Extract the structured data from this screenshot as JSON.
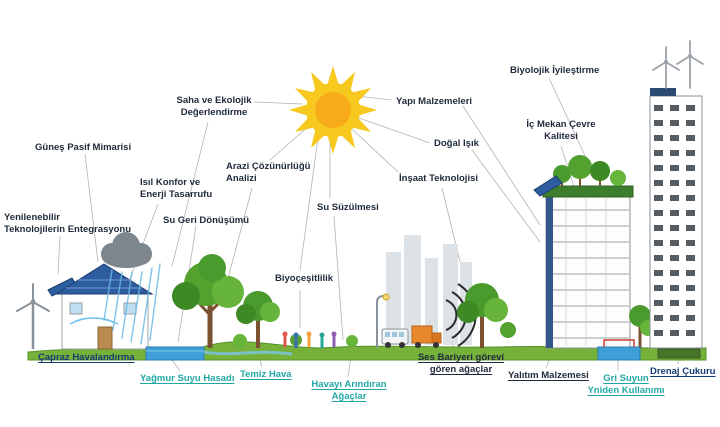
{
  "colors": {
    "label_dark": "#1e2a3a",
    "label_navy": "#163c74",
    "label_teal": "#21a8a5",
    "sun_outer": "#f7c81e",
    "sun_inner": "#f6a71b",
    "ground_green": "#76b13a",
    "water_blue": "#3f9fd8",
    "solar_panel_blue": "#2d5d9f",
    "tree_green": "#4a9b2e",
    "leader_line_gray": "#b3b3b3"
  },
  "float_labels": [
    {
      "id": "gunes-pasif-mimarisi",
      "text": "Güneş Pasif Mimarisi"
    },
    {
      "id": "yenilenebilir-teknolojiler",
      "text": "Yenilenebilir\nTeknolojilerin Entegrasyonu"
    },
    {
      "id": "isil-konfor",
      "text": "Isıl Konfor ve\nEnerji Tasarrufu"
    },
    {
      "id": "su-geri-donusumu",
      "text": "Su Geri Dönüşümü"
    },
    {
      "id": "saha-ekolojik-degerlendirme",
      "text": "Saha ve Ekolojik\nDeğerlendirme"
    },
    {
      "id": "arazi-cozunurlugu-analizi",
      "text": "Arazi Çözünürlüğü\nAnalizi"
    },
    {
      "id": "su-suzulmesi",
      "text": "Su Süzülmesi"
    },
    {
      "id": "biyocesitlilik",
      "text": "Biyoçeşitlilik"
    },
    {
      "id": "yapi-malzemeleri",
      "text": "Yapı Malzemeleri"
    },
    {
      "id": "dogal-isik",
      "text": "Doğal Işık"
    },
    {
      "id": "insaat-teknolojisi",
      "text": "İnşaat Teknolojisi"
    },
    {
      "id": "biyolojik-iyilestirme",
      "text": "Biyolojik İyileştirme"
    },
    {
      "id": "ic-mekan-cevre-kalitesi",
      "text": "İç Mekan Çevre\nKalitesi"
    }
  ],
  "bottom_labels": [
    {
      "id": "capraz-havalandirma",
      "text": "Çapraz Havalandırma",
      "color": "navy"
    },
    {
      "id": "yagmur-suyu-hasadi",
      "text": "Yağmur Suyu Hasadı",
      "color": "teal"
    },
    {
      "id": "temiz-hava",
      "text": "Temiz Hava",
      "color": "teal"
    },
    {
      "id": "havayi-arindiran-agaclar",
      "text": "Havayı Arındıran\nAğaçlar",
      "color": "teal"
    },
    {
      "id": "ses-bariyeri",
      "text": "Ses Bariyeri görevi\ngören ağaçlar",
      "color": "dark"
    },
    {
      "id": "yalitim-malzemesi",
      "text": "Yalıtım Malzemesi",
      "color": "dark"
    },
    {
      "id": "gri-suyun-kullanimi",
      "text": "Gri Suyun\nYniden Kullanımı",
      "color": "teal"
    },
    {
      "id": "drenaj-cukuru",
      "text": "Drenaj Çukuru",
      "color": "navy"
    }
  ],
  "scene_icons": [
    "sun-icon",
    "wind-turbine-icon",
    "solar-house-icon",
    "rain-cloud-icon",
    "rain-icon",
    "rainwater-basin-icon",
    "water-stream-icon",
    "trees-left-icon",
    "people-icons",
    "street-lamp-icon",
    "bus-icon",
    "truck-icon",
    "sound-wave-icon",
    "trees-right-icon",
    "eco-building-icon",
    "roof-garden-icon",
    "solar-panel-icon",
    "highrise-icon",
    "roof-wind-turbines-icon",
    "greywater-basin-icon",
    "drainage-pit-icon",
    "ground",
    "background-skyline"
  ]
}
